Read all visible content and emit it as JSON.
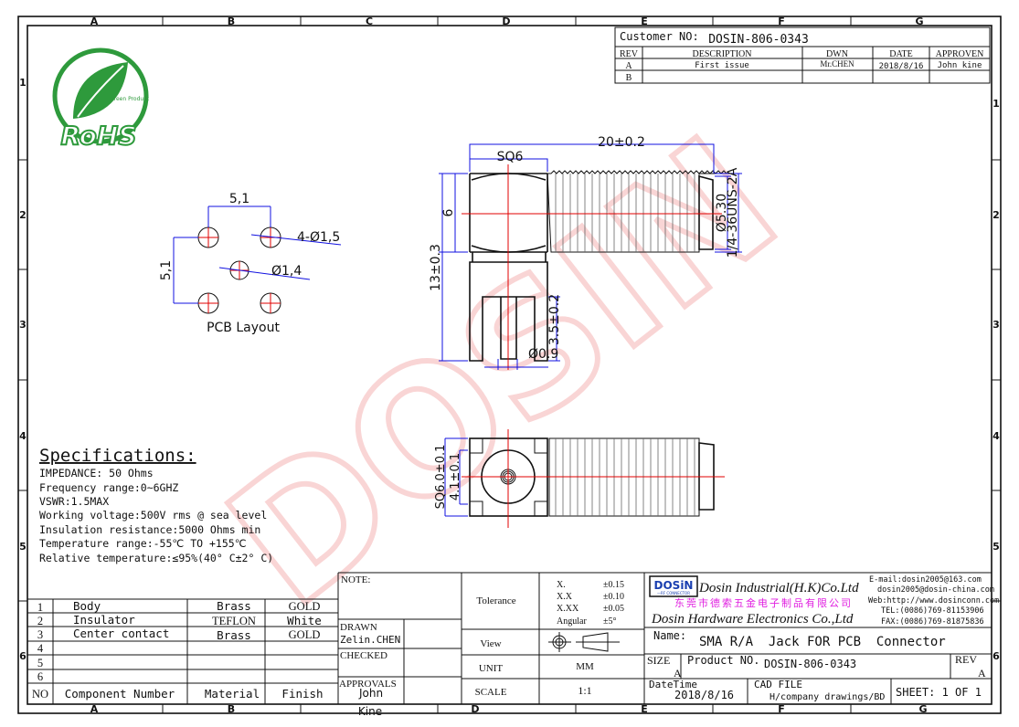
{
  "grid": {
    "columns": [
      "A",
      "B",
      "C",
      "D",
      "E",
      "F",
      "G"
    ],
    "rows": [
      "1",
      "2",
      "3",
      "4",
      "5",
      "6"
    ]
  },
  "colors": {
    "dimension": "#1010e0",
    "centerline": "#e00000",
    "rohs_green": "#2e9a3c",
    "watermark": "#e00000",
    "chinese_name": "#e020e0"
  },
  "rohs": {
    "text": "RoHS",
    "ring_text": "Green Product"
  },
  "watermark": "DOSIN",
  "revision_table": {
    "customer_label": "Customer NO:",
    "customer_no": "DOSIN-806-0343",
    "headers": [
      "REV",
      "DESCRIPTION",
      "DWN",
      "DATE",
      "APPROVEN"
    ],
    "rows": [
      [
        "A",
        "First issue",
        "Mr.CHEN",
        "2018/8/16",
        "John kine"
      ],
      [
        "B",
        "",
        "",
        "",
        ""
      ]
    ]
  },
  "pcb": {
    "dim_h": "5,1",
    "dim_v": "5,1",
    "holes_label": "4-Ø1,5",
    "center_label": "Ø1,4",
    "title": "PCB Layout"
  },
  "side_view": {
    "overall": "20±0.2",
    "sq": "SQ6",
    "height_6": "6",
    "height_13": "13±0.3",
    "pin_len": "3.5±0.2",
    "pin_dia": "Ø0.9",
    "thread_dia": "Ø5.30",
    "thread": "1/4-36UNS-2A"
  },
  "bottom_view": {
    "sq": "SQ6.0±0.1",
    "inner": "4.1±0.1"
  },
  "specs": {
    "title": "Specifications:",
    "lines": [
      "IMPEDANCE: 50 Ohms",
      "Frequency range:0~6GHZ",
      "VSWR:1.5MAX",
      "Working voltage:500V rms @ sea level",
      "Insulation resistance:5000 Ohms min",
      "Temperature range:-55℃ TO +155℃",
      "Relative temperature:≤95%(40° C±2° C)"
    ]
  },
  "bom": {
    "headers": [
      "NO",
      "Component Number",
      "Material",
      "Finish"
    ],
    "rows": [
      [
        "1",
        "Body",
        "Brass",
        "GOLD"
      ],
      [
        "2",
        "Insulator",
        "TEFLON",
        "White"
      ],
      [
        "3",
        "Center contact",
        "Brass",
        "GOLD"
      ],
      [
        "4",
        "",
        "",
        ""
      ],
      [
        "5",
        "",
        "",
        ""
      ],
      [
        "6",
        "",
        "",
        ""
      ]
    ]
  },
  "approvals": {
    "note": "NOTE:",
    "drawn_label": "DRAWN",
    "drawn": "Zelin.CHEN",
    "checked_label": "CHECKED",
    "approvals_label": "APPROVALS",
    "approver": "John",
    "approver_2": "Kine"
  },
  "tolerance": {
    "label": "Tolerance",
    "rows": [
      [
        "X.",
        "±0.15"
      ],
      [
        "X.X",
        "±0.10"
      ],
      [
        "X.XX",
        "±0.05"
      ],
      [
        "Angular",
        "±5°"
      ]
    ],
    "view_label": "View",
    "unit_label": "UNIT",
    "unit": "MM",
    "scale_label": "SCALE",
    "scale": "1:1"
  },
  "company": {
    "logo": "DOSiN",
    "logo_sub": "—RF CONNECTOR",
    "name_hk": "Dosin Industrial(H.K)Co.Ltd",
    "name_cn": "东莞市德索五金电子制品有限公司",
    "name_en": "Dosin Hardware Electronics Co.,Ltd",
    "email1": "E-mail:dosin2005@163.com",
    "email2": "dosin2005@dosin-china.com",
    "web": "Web:http://www.dosinconn.com",
    "tel": "TEL:(0086)769-81153906",
    "fax": "FAX:(0086)769-81875836"
  },
  "title_block": {
    "name_label": "Name:",
    "name": "SMA R/A  Jack FOR PCB  Connector",
    "size_label": "SIZE",
    "size": "A",
    "product_label": "Product NO.",
    "product_no": "DOSIN-806-0343",
    "rev_label": "REV",
    "rev": "A",
    "date_label": "DateTime",
    "date": "2018/8/16",
    "cad_label": "CAD FILE",
    "cad": "H/company drawings/BD",
    "sheet": "SHEET: 1 OF 1"
  }
}
